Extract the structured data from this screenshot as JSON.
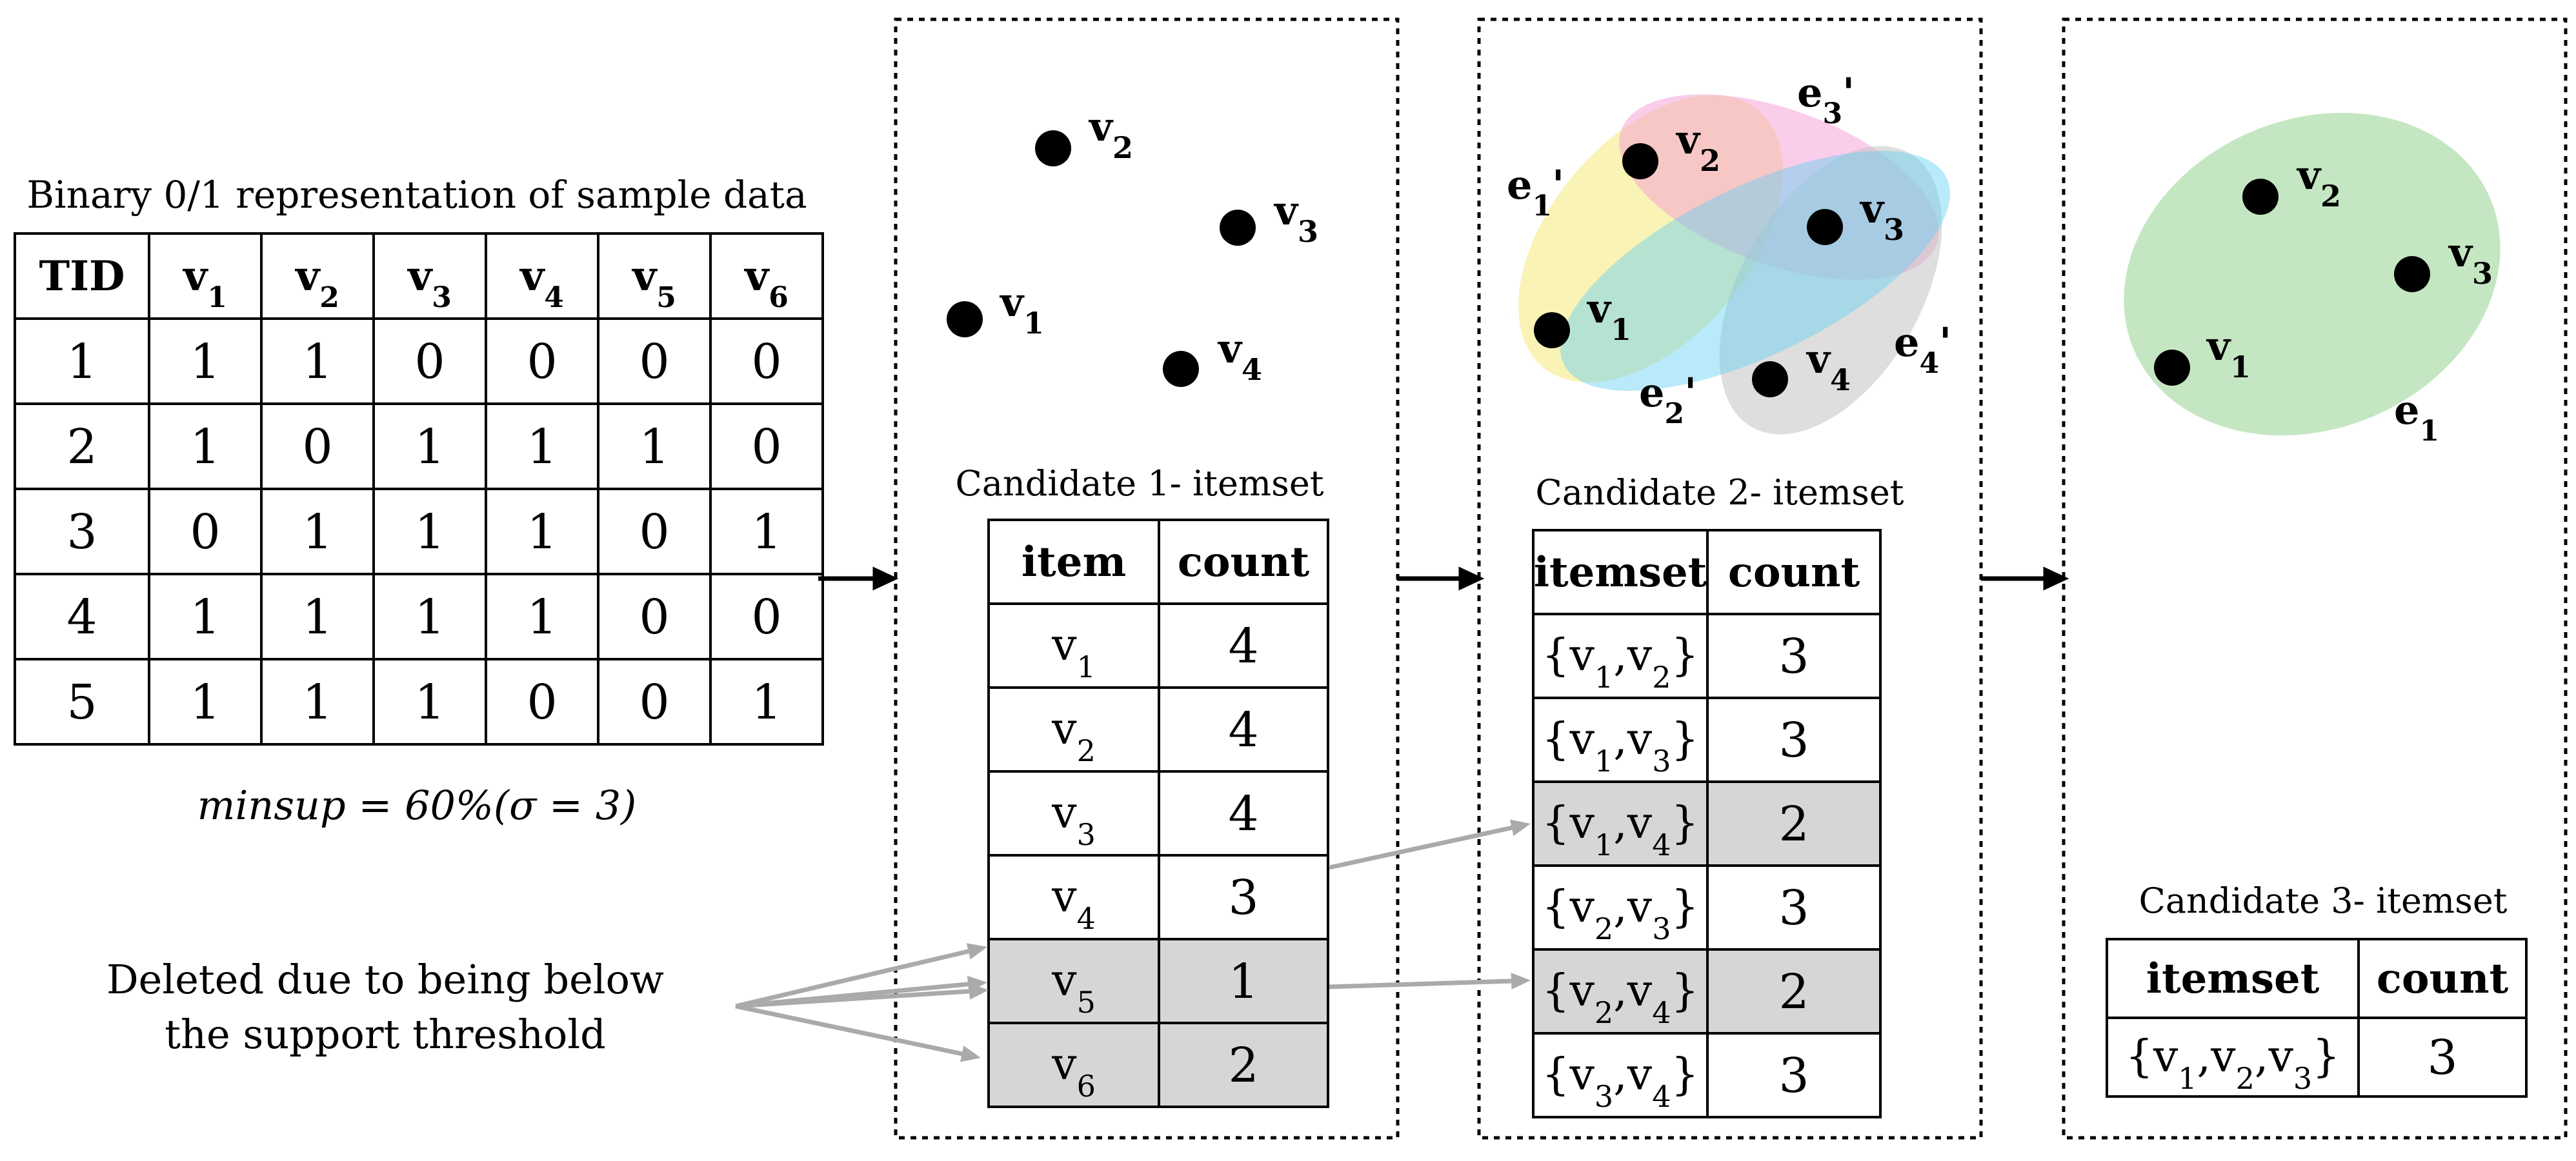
{
  "binary_table": {
    "caption": "Binary 0/1 representation of sample data",
    "headers": [
      "TID",
      "v1",
      "v2",
      "v3",
      "v4",
      "v5",
      "v6"
    ],
    "rows": [
      [
        "1",
        "1",
        "1",
        "0",
        "0",
        "0",
        "0"
      ],
      [
        "2",
        "1",
        "0",
        "1",
        "1",
        "1",
        "0"
      ],
      [
        "3",
        "0",
        "1",
        "1",
        "1",
        "0",
        "1"
      ],
      [
        "4",
        "1",
        "1",
        "1",
        "1",
        "0",
        "0"
      ],
      [
        "5",
        "1",
        "1",
        "1",
        "0",
        "0",
        "1"
      ]
    ]
  },
  "minsup": "minsup = 60%(σ = 3)",
  "deleted_note": [
    "Deleted due to being below",
    "the support threshold"
  ],
  "panel1": {
    "vertices": [
      "v1",
      "v2",
      "v3",
      "v4"
    ],
    "caption": "Candidate 1- itemset",
    "headers": [
      "item",
      "count"
    ],
    "rows": [
      {
        "item": "v1",
        "count": "4",
        "deleted": false
      },
      {
        "item": "v2",
        "count": "4",
        "deleted": false
      },
      {
        "item": "v3",
        "count": "4",
        "deleted": false
      },
      {
        "item": "v4",
        "count": "3",
        "deleted": false
      },
      {
        "item": "v5",
        "count": "1",
        "deleted": true
      },
      {
        "item": "v6",
        "count": "2",
        "deleted": true
      }
    ]
  },
  "panel2": {
    "vertices": [
      "v1",
      "v2",
      "v3",
      "v4"
    ],
    "edges": [
      {
        "label": "e1'",
        "color": "#f4e97a"
      },
      {
        "label": "e2'",
        "color": "#63d1f2"
      },
      {
        "label": "e3'",
        "color": "#f59bd6"
      },
      {
        "label": "e4'",
        "color": "#c2c2c2"
      }
    ],
    "caption": "Candidate 2- itemset",
    "headers": [
      "itemset",
      "count"
    ],
    "rows": [
      {
        "itemset": "{v1,v2}",
        "count": "3",
        "deleted": false
      },
      {
        "itemset": "{v1,v3}",
        "count": "3",
        "deleted": false
      },
      {
        "itemset": "{v1,v4}",
        "count": "2",
        "deleted": true
      },
      {
        "itemset": "{v2,v3}",
        "count": "3",
        "deleted": false
      },
      {
        "itemset": "{v2,v4}",
        "count": "2",
        "deleted": true
      },
      {
        "itemset": "{v3,v4}",
        "count": "3",
        "deleted": false
      }
    ]
  },
  "panel3": {
    "vertices": [
      "v1",
      "v2",
      "v3"
    ],
    "edge": {
      "label": "e1",
      "color": "#9fd69a"
    },
    "caption": "Candidate 3- itemset",
    "headers": [
      "itemset",
      "count"
    ],
    "rows": [
      {
        "itemset": "{v1,v2,v3}",
        "count": "3",
        "deleted": false
      }
    ]
  },
  "colors": {
    "deleted_row": "#d6d6d6",
    "arrow_gray": "#aaaaaa"
  }
}
